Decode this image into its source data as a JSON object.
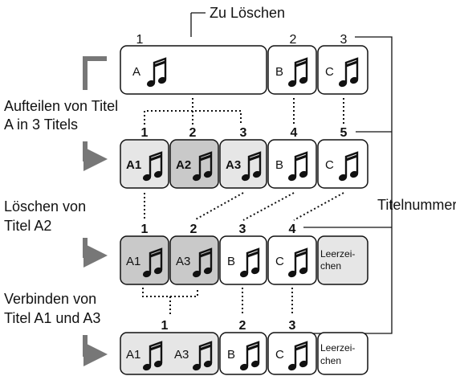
{
  "colors": {
    "track_light": "#e6e6e6",
    "track_dark": "#c9c9c9",
    "arrow_gray": "#777777",
    "outline": "#111111",
    "background": "#ffffff"
  },
  "callout": {
    "zu_loeschen": "Zu Löschen"
  },
  "side_labels": {
    "aufteilen_line1": "Aufteilen von Titel",
    "aufteilen_line2": "A in 3 Titels",
    "loeschen_line1": "Löschen von",
    "loeschen_line2": "Titel A2",
    "verbinden_line1": "Verbinden von",
    "verbinden_line2": "Titel A1 und A3",
    "titelnummer": "Titelnummer"
  },
  "rows": [
    {
      "numbers": [
        "1",
        "2",
        "3"
      ],
      "cells": [
        "A",
        "B",
        "C"
      ]
    },
    {
      "numbers": [
        "1",
        "2",
        "3",
        "4",
        "5"
      ],
      "cells": [
        "A1",
        "A2",
        "A3",
        "B",
        "C"
      ]
    },
    {
      "numbers": [
        "1",
        "2",
        "3",
        "4"
      ],
      "cells": [
        "A1",
        "A3",
        "B",
        "C"
      ],
      "leer_line1": "Leerzei-",
      "leer_line2": "chen"
    },
    {
      "numbers": [
        "1",
        "2",
        "3"
      ],
      "cells": [
        "A1",
        "A3",
        "B",
        "C"
      ],
      "leer_line1": "Leerzei-",
      "leer_line2": "chen"
    }
  ],
  "icons": {
    "track": "music-note-icon"
  }
}
